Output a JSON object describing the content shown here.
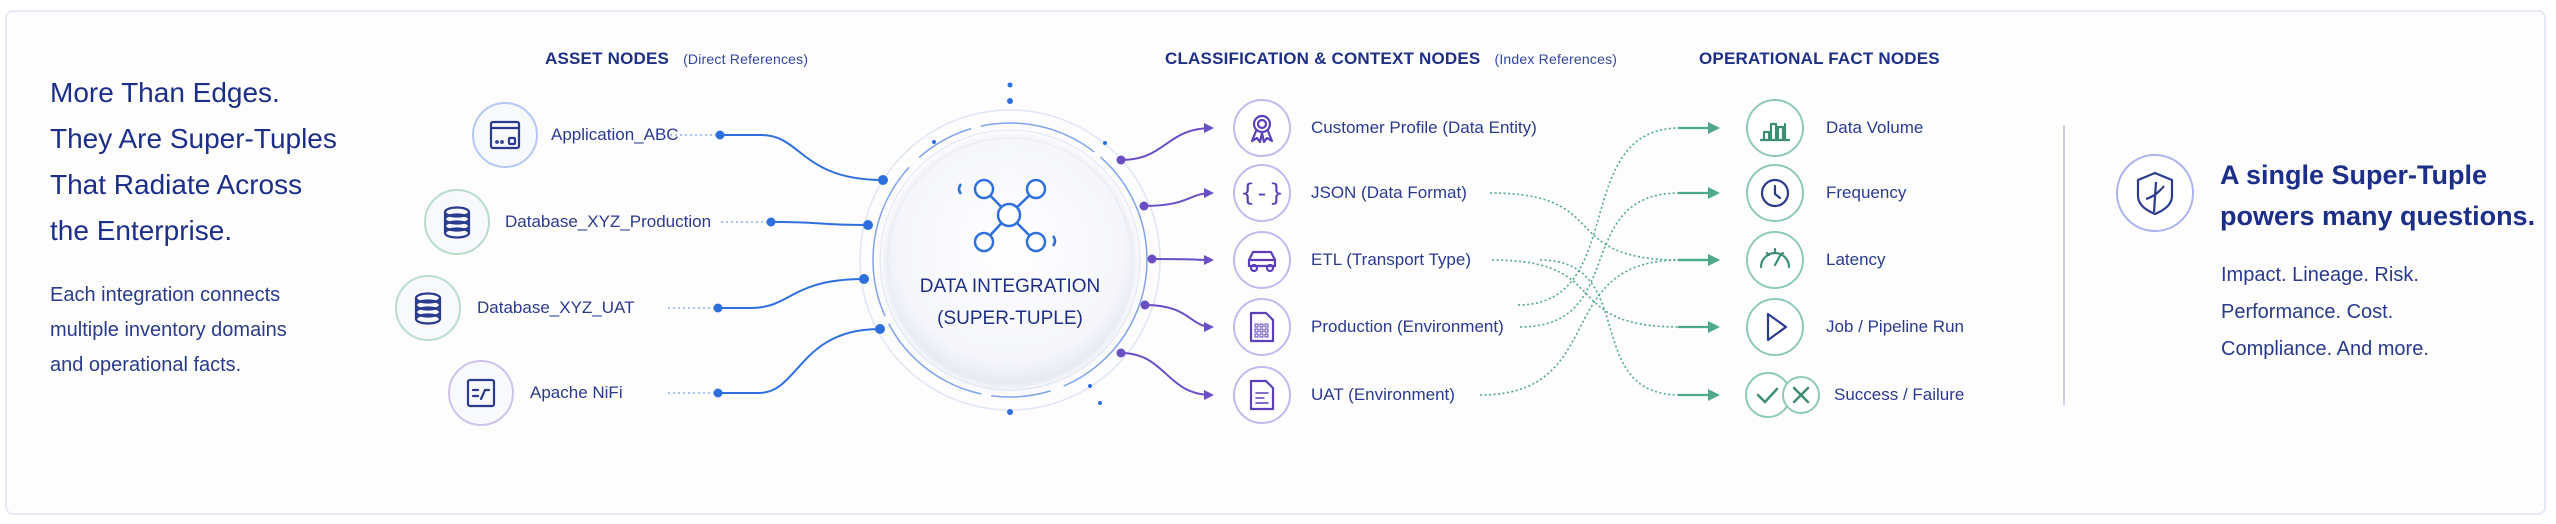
{
  "left_panel": {
    "headline": [
      "More Than Edges.",
      "They Are Super-Tuples",
      "That Radiate Across",
      "the Enterprise."
    ],
    "subtext": [
      "Each integration connects",
      "multiple inventory domains",
      "and operational facts."
    ]
  },
  "sections": {
    "asset": {
      "title": "ASSET NODES",
      "subtitle": "(Direct References)"
    },
    "classification": {
      "title": "CLASSIFICATION & CONTEXT NODES",
      "subtitle": "(Index References)"
    },
    "operational": {
      "title": "OPERATIONAL FACT NODES"
    }
  },
  "asset_nodes": [
    {
      "label": "Application_ABC",
      "icon": "application-window-icon",
      "ring_color": "#b7c8f2"
    },
    {
      "label": "Database_XYZ_Production",
      "icon": "database-icon",
      "ring_color": "#b9dccb"
    },
    {
      "label": "Database_XYZ_UAT",
      "icon": "database-icon",
      "ring_color": "#b9dccb"
    },
    {
      "label": "Apache NiFi",
      "icon": "nifi-flow-icon",
      "ring_color": "#cfc3ee"
    }
  ],
  "hub": {
    "title": "DATA INTEGRATION",
    "subtitle": "(SUPER-TUPLE)",
    "icon": "network-hub-icon"
  },
  "classification_nodes": [
    {
      "label": "Customer Profile (Data Entity)",
      "icon": "award-ribbon-icon"
    },
    {
      "label": "JSON (Data Format)",
      "icon": "json-braces-icon"
    },
    {
      "label": "ETL (Transport Type)",
      "icon": "car-icon"
    },
    {
      "label": "Production (Environment)",
      "icon": "spreadsheet-doc-icon"
    },
    {
      "label": "UAT (Environment)",
      "icon": "text-doc-icon"
    }
  ],
  "operational_nodes": [
    {
      "label": "Data Volume",
      "icon": "bar-chart-icon"
    },
    {
      "label": "Frequency",
      "icon": "clock-icon"
    },
    {
      "label": "Latency",
      "icon": "speedometer-icon"
    },
    {
      "label": "Job / Pipeline Run",
      "icon": "play-icon"
    },
    {
      "label": "Success / Failure",
      "icon": "check-cross-icon"
    }
  ],
  "right_panel": {
    "icon": "shield-icon",
    "title": [
      "A single Super-Tuple",
      "powers many questions."
    ],
    "subtext": [
      "Impact. Lineage. Risk.",
      "Performance. Cost.",
      "Compliance. And more."
    ]
  },
  "colors": {
    "text": "#1f2f86",
    "asset_link": "#2f6fdd",
    "class_link": "#6a4fc4",
    "fact_link": "#4fa98b",
    "fact_icon": "#3d8f72"
  }
}
